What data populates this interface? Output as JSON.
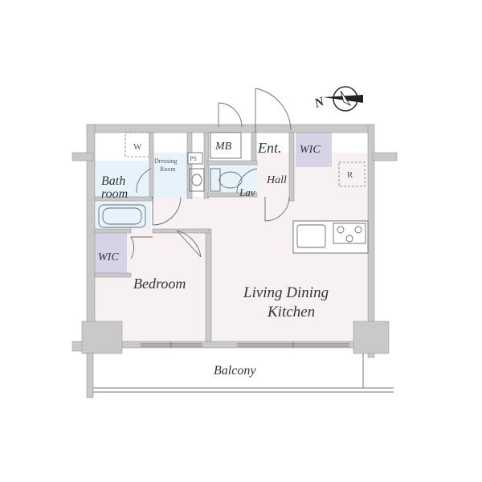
{
  "rooms": {
    "w": "W",
    "dressing_room": [
      "Dressing",
      "Room"
    ],
    "ps": "PS",
    "mb": "MB",
    "ent": "Ent.",
    "wic_top": "WIC",
    "hall": "Hall",
    "lav": "Lav",
    "r": "R",
    "bathroom": [
      "Bath",
      "room"
    ],
    "wic_left": "WIC",
    "bedroom": "Bedroom",
    "ldk": [
      "Living Dining",
      "Kitchen"
    ],
    "balcony": "Balcony"
  },
  "compass": {
    "north_label": "N"
  },
  "colors": {
    "wall": "#c9c9c9",
    "ldk_floor": "#f8f1f3",
    "wet_floor": "#e6f3fb",
    "wic_floor": "#d8d2e6",
    "line": "#6a6a6a"
  }
}
